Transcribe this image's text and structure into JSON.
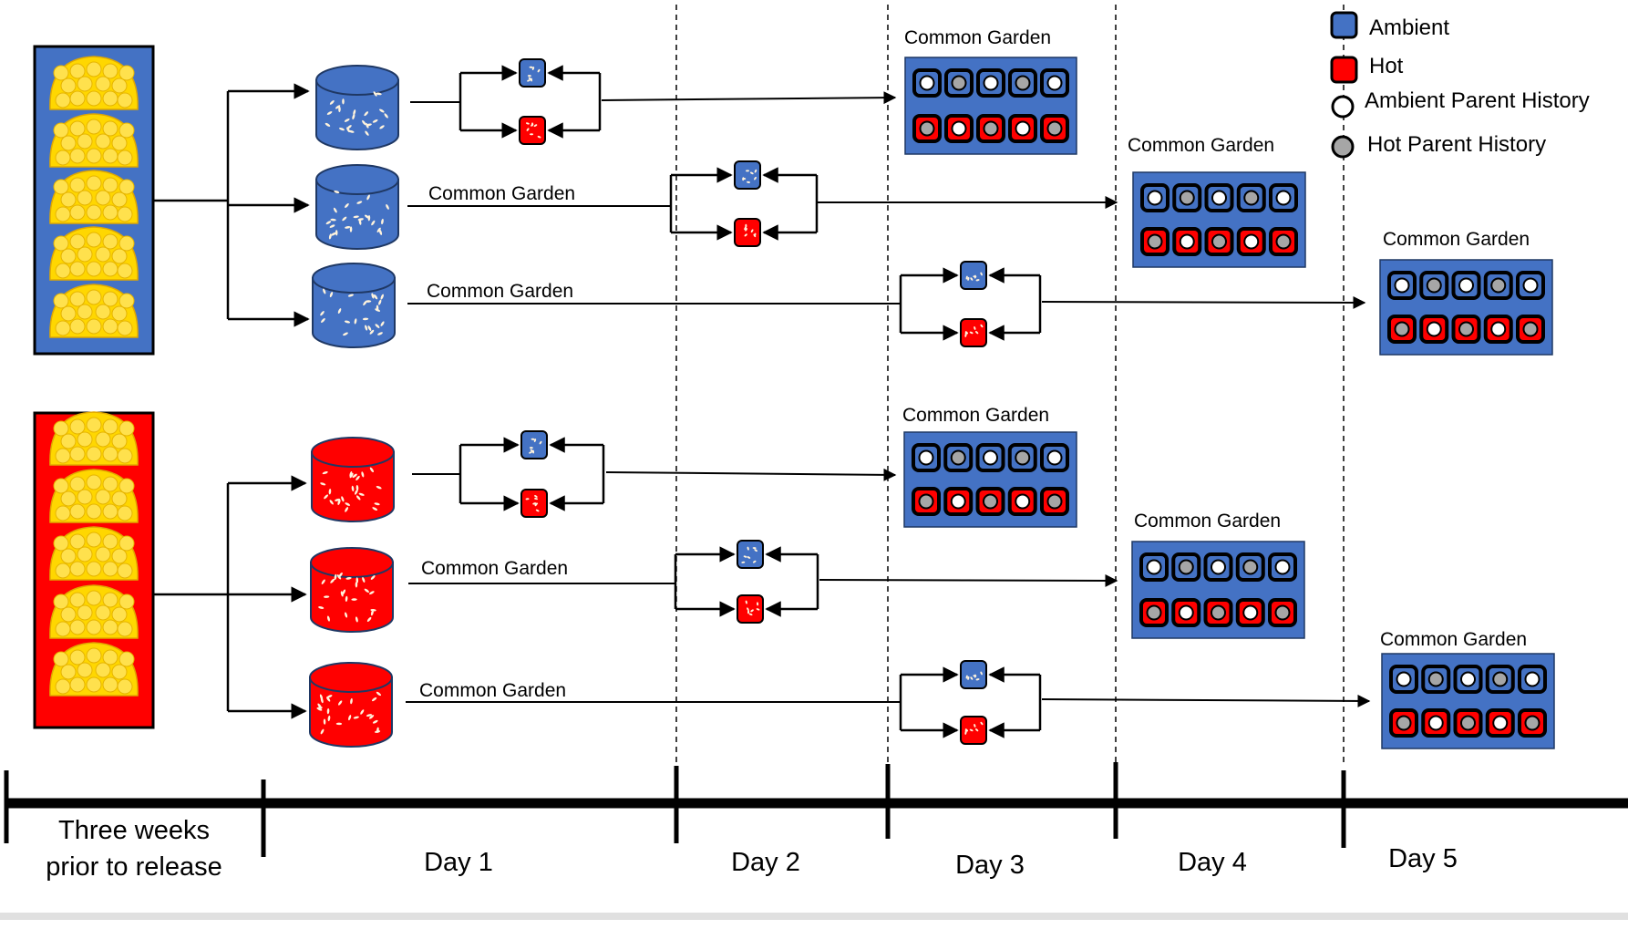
{
  "labels": {
    "common_garden": "Common Garden"
  },
  "legend": {
    "ambient": "Ambient",
    "hot": "Hot",
    "ambient_parent": "Ambient Parent History",
    "hot_parent": "Hot Parent History"
  },
  "timeline": {
    "segments": [
      "Three weeks",
      "prior to release",
      "Day 1",
      "Day 2",
      "Day 3",
      "Day 4",
      "Day 5"
    ]
  },
  "colors": {
    "ambient_blue": "#4472C4",
    "hot_red": "#FF0000",
    "coral_yellow": "#FFD700",
    "ambient_parent_fill": "#FFFFFF",
    "hot_parent_fill": "#A6A6A6"
  },
  "garden_rows": {
    "top": [
      "ambient",
      "hot",
      "ambient",
      "hot",
      "ambient"
    ],
    "bottom": [
      "hot",
      "ambient",
      "hot",
      "ambient",
      "hot"
    ]
  }
}
